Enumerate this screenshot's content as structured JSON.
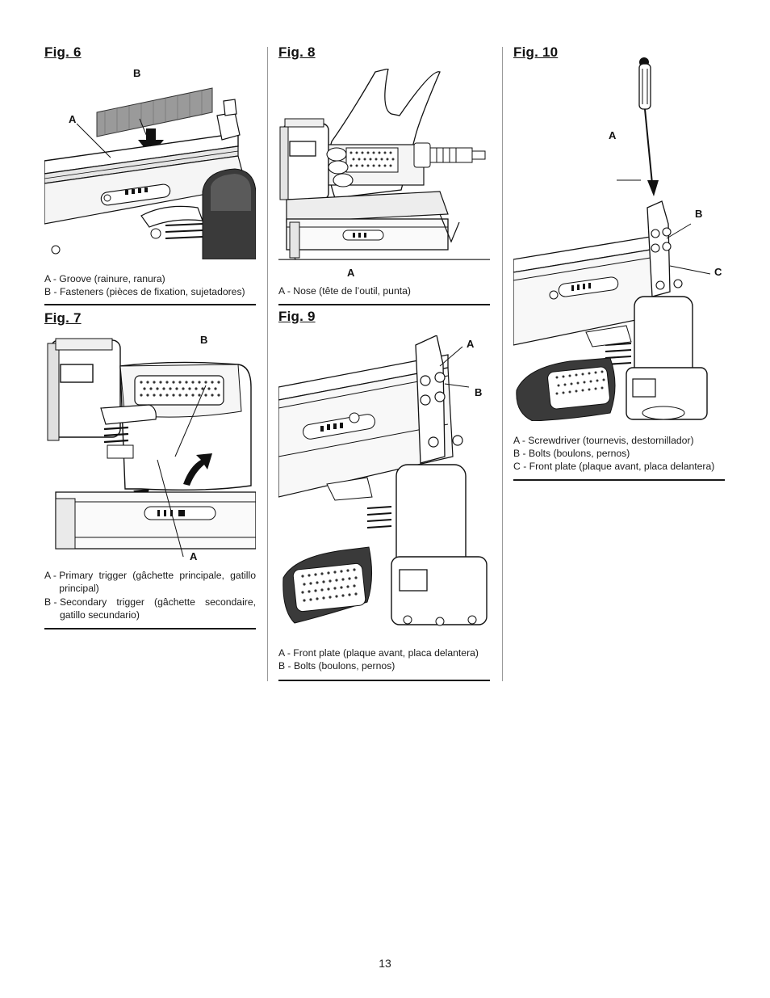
{
  "figures": {
    "fig6": {
      "title": "Fig. 6",
      "callouts": {
        "a": "A",
        "b": "B"
      },
      "legend": [
        {
          "key": "A - ",
          "text": "Groove (rainure, ranura)"
        },
        {
          "key": "B - ",
          "text": "Fasteners (pièces de fixation, sujetadores)"
        }
      ]
    },
    "fig7": {
      "title": "Fig. 7",
      "callouts": {
        "a": "A",
        "b": "B"
      },
      "legend": [
        {
          "key": "A - ",
          "text": "Primary trigger (gâchette principale, gatillo principal)"
        },
        {
          "key": "B - ",
          "text": "Secondary trigger (gâchette secondaire, gatillo secundario)"
        }
      ]
    },
    "fig8": {
      "title": "Fig. 8",
      "callouts": {
        "a": "A"
      },
      "legend": [
        {
          "key": "A - ",
          "text": "Nose (tête de l’outil, punta)"
        }
      ]
    },
    "fig9": {
      "title": "Fig. 9",
      "callouts": {
        "a": "A",
        "b": "B"
      },
      "legend": [
        {
          "key": "A - ",
          "text": "Front plate (plaque avant, placa delantera)"
        },
        {
          "key": "B - ",
          "text": "Bolts (boulons, pernos)"
        }
      ]
    },
    "fig10": {
      "title": "Fig. 10",
      "callouts": {
        "a": "A",
        "b": "B",
        "c": "C"
      },
      "legend": [
        {
          "key": "A - ",
          "text": "Screwdriver (tournevis, destornillador)"
        },
        {
          "key": "B - ",
          "text": "Bolts (boulons, pernos)"
        },
        {
          "key": "C - ",
          "text": "Front plate (plaque avant, placa delantera)"
        }
      ]
    }
  },
  "page_number": "13"
}
